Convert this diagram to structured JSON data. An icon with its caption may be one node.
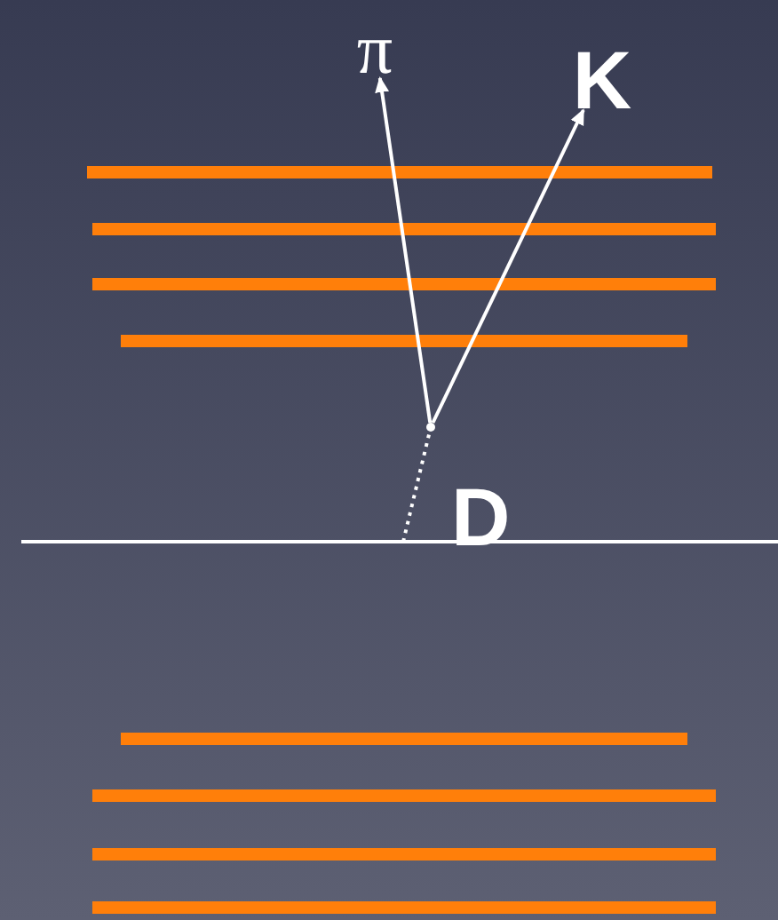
{
  "diagram": {
    "nodes": [
      {
        "text": [
          "π"
        ]
      },
      {
        "text": [
          "K"
        ]
      },
      {
        "text": [],
        "shape": "point"
      }
    ],
    "edges": [
      {
        "from": 2,
        "to": 0,
        "arrow": "to"
      },
      {
        "from": 2,
        "to": 1,
        "arrow": "to"
      },
      {
        "from": null,
        "to": 2,
        "arrow": "none",
        "style": "dashed",
        "label": "D"
      }
    ]
  }
}
